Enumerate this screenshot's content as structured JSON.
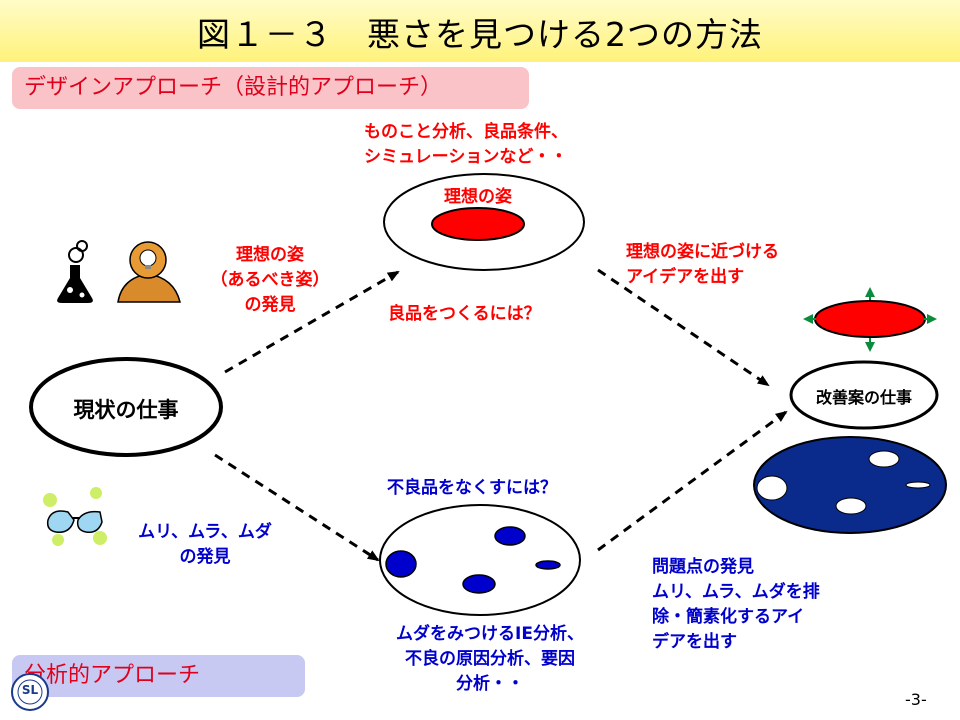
{
  "title": "図１－３　悪さを見つける2つの方法",
  "banners": {
    "design": "デザインアプローチ（設計的アプローチ）",
    "analysis": "分析的アプローチ"
  },
  "design": {
    "methods_line1": "ものこと分析、良品条件、",
    "methods_line2": "シミュレーションなど・・",
    "ideal_label": "理想の姿",
    "discover_line1": "理想の姿",
    "discover_line2": "（あるべき姿）",
    "discover_line3": "の発見",
    "question": "良品をつくるには？",
    "idea_line1": "理想の姿に近づける",
    "idea_line2": "アイデアを出す"
  },
  "current_work": "現状の仕事",
  "improved_work": "改善案の仕事",
  "analysis": {
    "discover_line1": "ムリ、ムラ、ムダ",
    "discover_line2": "の発見",
    "question": "不良品をなくすには？",
    "methods_line1": "ムダをみつけるIE分析、",
    "methods_line2": "不良の原因分析、要因",
    "methods_line3": "分析・・",
    "problem_line1": "問題点の発見",
    "problem_line2": "ムリ、ムラ、ムダを排",
    "problem_line3": "除・簡素化するアイ",
    "problem_line4": "デアを出す"
  },
  "logo_text": "SL",
  "page_number": "-3-",
  "colors": {
    "red_text": "#ff0000",
    "blue_text": "#0000cc",
    "ellipse_red": "#ff0000",
    "ellipse_navy": "#0a2a8c",
    "arrow_green": "#0a8c3c"
  }
}
